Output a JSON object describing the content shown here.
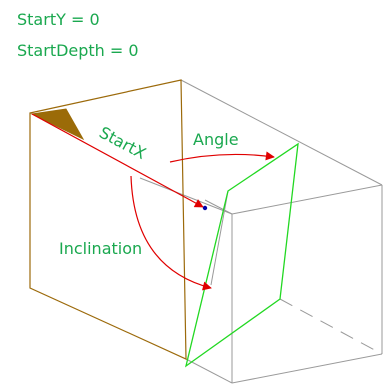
{
  "labels": {
    "start_y": "StartY = 0",
    "start_depth": "StartDepth = 0",
    "start_x": "StartX",
    "angle": "Angle",
    "inclination": "Inclination"
  },
  "colors": {
    "label_green": "#1aa84f",
    "box_front": "#9c6a0b",
    "box_gray": "#9a9a9a",
    "plane_green": "#22d822",
    "arrow_red": "#e00000",
    "corner_fill": "#9b6b08",
    "origin_point": "#0000aa"
  }
}
